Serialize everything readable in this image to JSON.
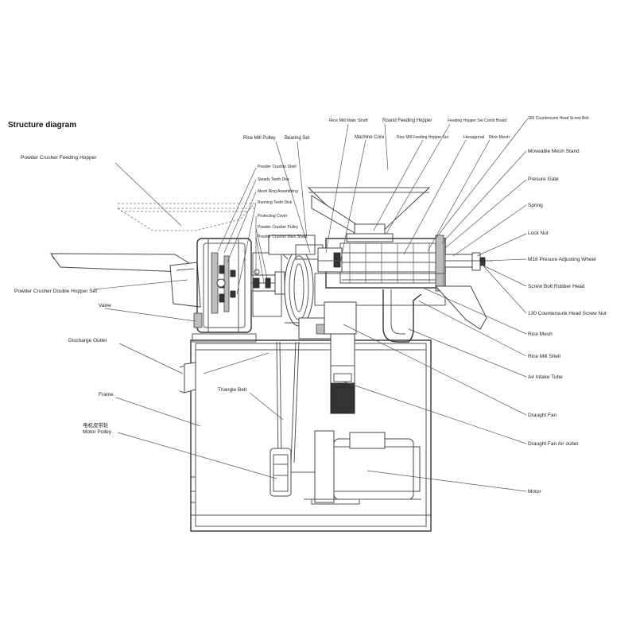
{
  "title": "Structure diagram",
  "labels": {
    "powder_crusher_feeding_hopper": "Powder Crusher Feeding Hopper",
    "powder_crusher_double_hopper_set": "Powder Crusher Double Hopper Set",
    "valve": "Valve",
    "discharge_outlet": "Discharge Outlet",
    "frame": "Frame",
    "motor_pulley_cn": "电机皮带轮",
    "motor_pulley": "Motor Pulley",
    "triangle_belt": "Triangle Belt",
    "rice_mill_pulley": "Rice Mill Pulley",
    "bearing_set": "Bearing Set",
    "powder_crusher_shell": "Powder Crusher Shell",
    "steady_teeth_disc": "Steady Teeth Disc",
    "mesh_ring_assembling": "Mesh Ring Assembling",
    "running_teeth_disk": "Running Teeth Disk",
    "protecting_cover": "Protecting Cover",
    "powder_crusher_pulley": "Powder Crusher Pulley",
    "powder_crusher_main_shaft": "Powder Crusher Main Shaft",
    "rice_mill_main_shaft": "Rice Mill Main Shaft",
    "machine_core": "Machine Core",
    "round_feeding_hopper": "Round Feeding Hopper",
    "rice_mill_feeding_hopper_set": "Rice Mill Feeding Hopper Set",
    "feeding_hopper_set_control_board": "Feeding Hopper Set Contrl Board",
    "hexagonal": "Hexagonal",
    "rice_mesh_top": "Rice Mesh",
    "countersunk_165": "165 Countersunk Head Screw Bolt",
    "moveable_mesh_stand": "Moveable Mesh Stand",
    "presure_gate": "Presure Gate",
    "spring": "Spring",
    "lock_nut": "Lock Nut",
    "m16_adjusting_wheel": "M16 Presure Adjusting Wheel",
    "screw_bolt_rubber_head": "Screw Bolt Rubber Head",
    "countersunk_130": "130 Countersunk Head Screw Nut",
    "rice_mesh": "Rice Mesh",
    "rice_mill_shell": "Rice Mill Shell",
    "air_intake_tube": "Air Intake Tube",
    "draught_fan": "Draught Fan",
    "draught_fan_air_outlet": "Draught Fan Air outlet",
    "motor": "Motor"
  }
}
